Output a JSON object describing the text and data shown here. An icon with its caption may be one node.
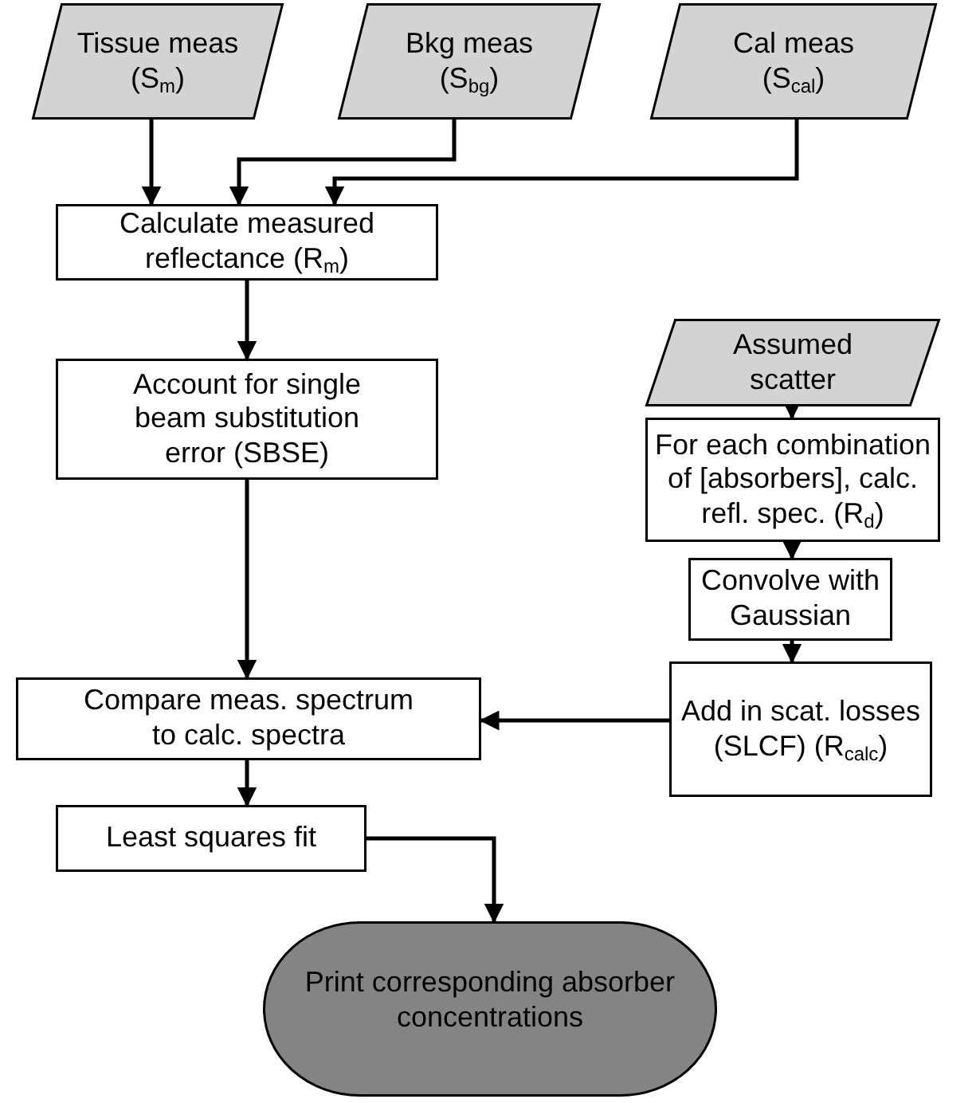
{
  "diagram": {
    "nodes": [
      {
        "text": [
          "Tissue meas (S$_{m}$)"
        ]
      },
      {
        "text": [
          "Bkg meas (S$_{bg}$)"
        ]
      },
      {
        "text": [
          "Cal meas (S$_{cal}$)"
        ]
      },
      {
        "text": [
          "Calculate measured reflectance (R$_{m}$)"
        ]
      },
      {
        "text": [
          "Assumed scatter"
        ]
      },
      {
        "text": [
          "For each combination of [absorbers], calc. refl. spec. (R$_{d}$)"
        ]
      },
      {
        "text": [
          "Account for single beam substitution error (SBSE)"
        ]
      },
      {
        "text": [
          "Convolve with Gaussian"
        ]
      },
      {
        "text": [
          "Compare meas. spectrum to calc. spectra"
        ]
      },
      {
        "text": [
          "Add in scat. losses (SLCF) (R$_{calc}$)"
        ]
      },
      {
        "text": [
          "Least squares fit"
        ]
      },
      {
        "text": [
          "Print corresponding absorber concentrations"
        ]
      }
    ],
    "edges": [
      {
        "from": 0,
        "to": 3,
        "arrow": "to"
      },
      {
        "from": 1,
        "to": 3,
        "arrow": "to"
      },
      {
        "from": 2,
        "to": 3,
        "arrow": "to"
      },
      {
        "from": 3,
        "to": 6,
        "arrow": "to"
      },
      {
        "from": 6,
        "to": 8,
        "arrow": "to"
      },
      {
        "from": 4,
        "to": 5,
        "arrow": "to"
      },
      {
        "from": 5,
        "to": 7,
        "arrow": "to"
      },
      {
        "from": 7,
        "to": 9,
        "arrow": "to"
      },
      {
        "from": 9,
        "to": 8,
        "arrow": "to"
      },
      {
        "from": 8,
        "to": 10,
        "arrow": "to"
      },
      {
        "from": 10,
        "to": 11,
        "arrow": "to"
      }
    ]
  }
}
